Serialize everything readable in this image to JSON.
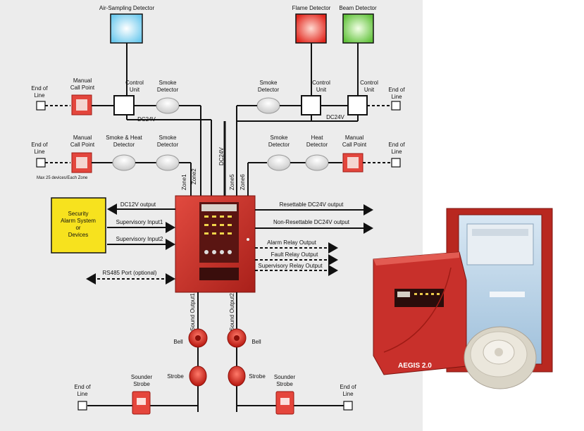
{
  "labels": {
    "air_sampling_detector": "Air-Sampling Detector",
    "flame_detector": "Flame Detector",
    "beam_detector": "Beam Detector",
    "end_of_line_1": "End of",
    "end_of_line_2": "Line",
    "manual_call_point_1": "Manual",
    "manual_call_point_2": "Call Point",
    "control_unit_1": "Control",
    "control_unit_2": "Unit",
    "smoke_detector_1": "Smoke",
    "smoke_detector_2": "Detector",
    "smoke_heat_1": "Smoke & Heat",
    "smoke_heat_2": "Detector",
    "heat_detector_1": "Heat",
    "heat_detector_2": "Detector",
    "dc24v": "DC24V",
    "max_devices": "Max 25 devices/Each Zone",
    "zone1": "Zone1",
    "zone2": "Zone2",
    "zone5": "Zone5",
    "zone6": "Zone6",
    "security_1": "Security",
    "security_2": "Alarm System",
    "security_3": "or",
    "security_4": "Devices",
    "dc12v_output": "DC12V output",
    "supervisory_input1": "Supervisory Input1",
    "supervisory_input2": "Supervisory Input2",
    "rs485": "RS485 Port (optional)",
    "resettable": "Resettable DC24V output",
    "non_resettable": "Non-Resettable DC24V output",
    "alarm_relay": "Alarm Relay Output",
    "fault_relay": "Fault Relay Output",
    "supervisory_relay": "Supervisory Relay Output",
    "sound_output1": "Sound Output1",
    "sound_output2": "Sound Output2",
    "bell": "Bell",
    "strobe": "Strobe",
    "sounder_strobe_1": "Sounder",
    "sounder_strobe_2": "Strobe",
    "aegis": "AEGIS 2.0"
  },
  "colors": {
    "diagram_bg": "#ececec",
    "panel_red": "#c8302b",
    "air_sampling": "#8fd8f2",
    "flame": "#e9342c",
    "beam": "#7fd45a",
    "security_box": "#f5e32b"
  }
}
